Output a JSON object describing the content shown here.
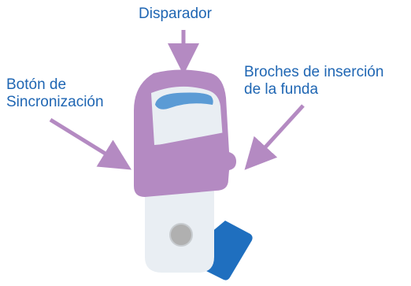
{
  "labels": {
    "trigger": "Disparador",
    "sync_button_line1": "Botón de",
    "sync_button_line2": "Sincronización",
    "sleeve_clips_line1": "Broches de inserción",
    "sleeve_clips_line2": "de la funda"
  },
  "colors": {
    "label_text": "#1f66b3",
    "arrow": "#b48ac2",
    "cap_body": "#b48ac2",
    "trigger_window": "#5b9bd5",
    "inhaler_body": "#e9eef3",
    "sync_button": "#b0b0b0",
    "sleeve_panel": "#1f6fbf"
  }
}
